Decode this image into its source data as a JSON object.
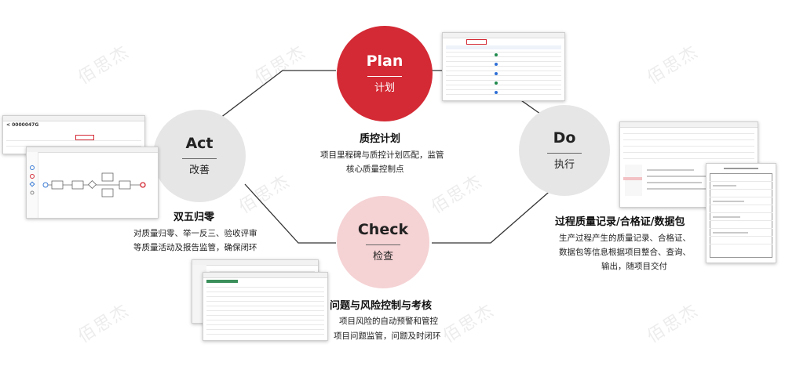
{
  "watermark": "佰思杰",
  "cycle": {
    "plan": {
      "title": "Plan",
      "subtitle": "计划",
      "color": "#d42a35"
    },
    "do": {
      "title": "Do",
      "subtitle": "执行",
      "color": "#e6e6e6"
    },
    "check": {
      "title": "Check",
      "subtitle": "检查",
      "color": "#f5d2d4"
    },
    "act": {
      "title": "Act",
      "subtitle": "改善",
      "color": "#e6e6e6"
    }
  },
  "plan_block": {
    "heading": "质控计划",
    "lines": [
      "项目里程碑与质控计划匹配，监管",
      "核心质量控制点"
    ]
  },
  "do_block": {
    "heading": "过程质量记录/合格证/数据包",
    "lines": [
      "生产过程产生的质量记录、合格证、",
      "数据包等信息根据项目整合、查询、",
      "输出，随项目交付"
    ]
  },
  "check_block": {
    "heading": "问题与风险控制与考核",
    "lines": [
      "项目风险的自动预警和管控",
      "项目问题监管，问题及时闭环"
    ]
  },
  "act_block": {
    "heading": "双五归零",
    "lines": [
      "对质量归零、举一反三、验收评审",
      "等质量活动及报告监管，确保闭环"
    ]
  },
  "act_screenshot": {
    "record_id": "< 0000047G"
  },
  "connector_color": "#333333"
}
